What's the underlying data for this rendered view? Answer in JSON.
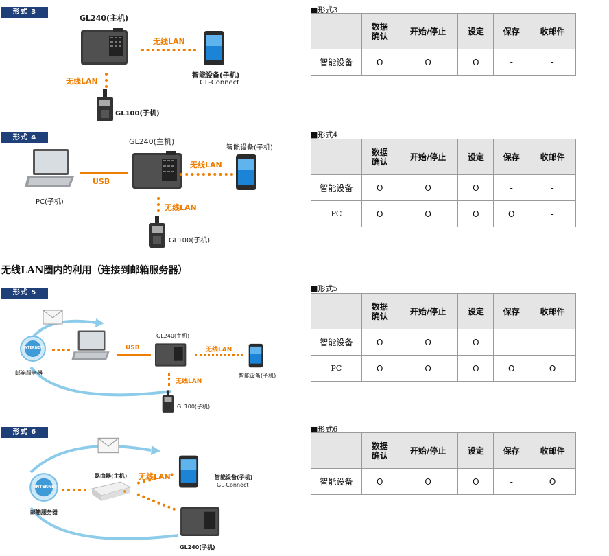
{
  "diagrams": {
    "d3": {
      "badge": "形式 3",
      "host": "GL240(主机)",
      "wlan_top": "无线LAN",
      "wlan_left": "无线LAN",
      "phone": "智能设备(子机)",
      "app": "GL-Connect",
      "child": "GL100(子机)"
    },
    "d4": {
      "badge": "形式 4",
      "host": "GL240(主机)",
      "phone": "智能设备(子机)",
      "wlan_top": "无线LAN",
      "usb": "USB",
      "pc": "PC(子机)",
      "wlan_bottom": "无线LAN",
      "child": "GL100(子机)"
    },
    "d5": {
      "badge": "形式 5",
      "internet": "INTERNET",
      "mail": "邮箱服务器",
      "usb": "USB",
      "host": "GL240(主机)",
      "wlan_top": "无线LAN",
      "phone": "智能设备(子机)",
      "wlan_bottom": "无线LAN",
      "child": "GL100(子机)"
    },
    "d6": {
      "badge": "形式 6",
      "internet": "INTERNET",
      "mail": "邮箱服务器",
      "router": "路由器(主机)",
      "wlan": "无线LAN",
      "phone": "智能设备(子机)",
      "app": "GL-Connect",
      "host": "GL240(子机)"
    }
  },
  "section_title": "无线LAN圈内的利用（连接到邮箱服务器）",
  "headers": [
    "",
    "数据确认",
    "开始/停止",
    "设定",
    "保存",
    "收邮件"
  ],
  "tables": [
    {
      "caption": "■形式3",
      "rows": [
        [
          "智能设备",
          "O",
          "O",
          "O",
          "-",
          "-"
        ]
      ]
    },
    {
      "caption": "■形式4",
      "rows": [
        [
          "智能设备",
          "O",
          "O",
          "O",
          "-",
          "-"
        ],
        [
          "PC",
          "O",
          "O",
          "O",
          "O",
          "-"
        ]
      ]
    },
    {
      "caption": "■形式5",
      "rows": [
        [
          "智能设备",
          "O",
          "O",
          "O",
          "-",
          "-"
        ],
        [
          "PC",
          "O",
          "O",
          "O",
          "O",
          "O"
        ]
      ]
    },
    {
      "caption": "■形式6",
      "rows": [
        [
          "智能设备",
          "O",
          "O",
          "O",
          "-",
          "O"
        ]
      ]
    }
  ],
  "colors": {
    "badge": "#1f3f79",
    "wlan": "#ef7d00",
    "arc": "#8ccbea",
    "header_bg": "#e5e5e5"
  }
}
